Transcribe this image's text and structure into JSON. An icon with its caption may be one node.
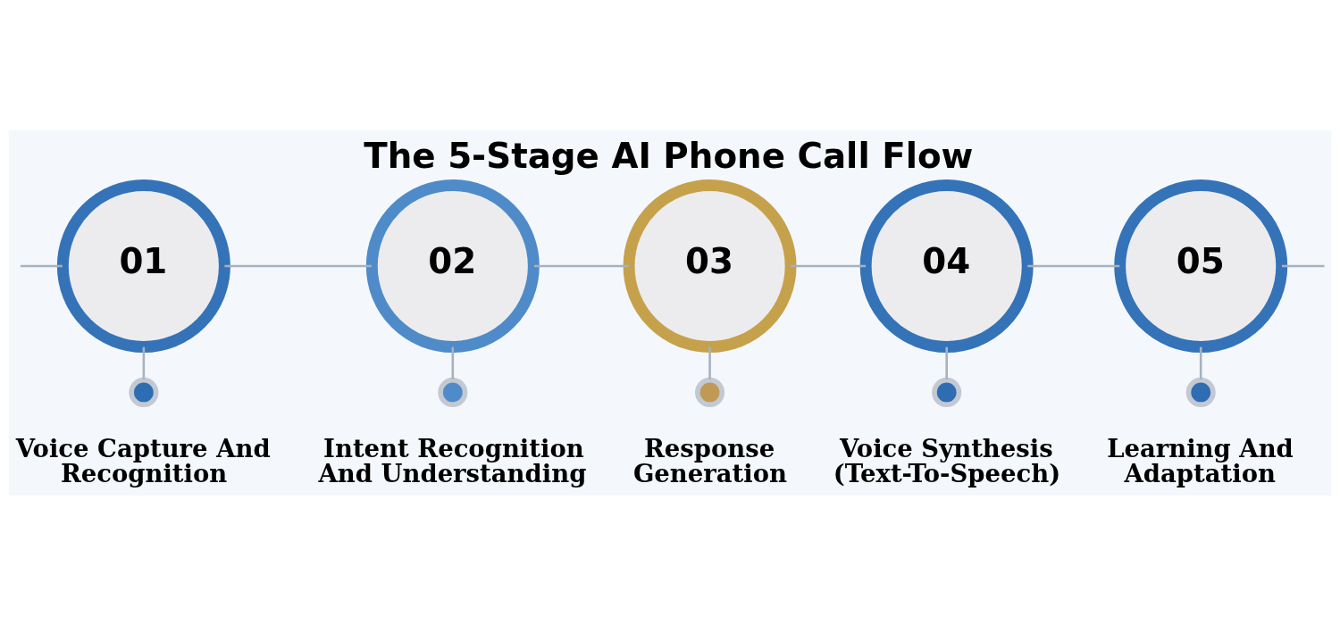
{
  "diagram": {
    "title": "The 5-Stage AI Phone Call Flow",
    "nodes": [
      {
        "text": [
          "01"
        ]
      },
      {
        "text": [
          "02"
        ]
      },
      {
        "text": [
          "03"
        ]
      },
      {
        "text": [
          "04"
        ]
      },
      {
        "text": [
          "05"
        ]
      },
      {
        "text": [],
        "shape": "circle",
        "beside": [
          "Voice Capture And Recognition"
        ]
      },
      {
        "text": [],
        "shape": "circle",
        "beside": [
          "Intent Recognition And Understanding"
        ]
      },
      {
        "text": [],
        "shape": "circle",
        "beside": [
          "Response Generation"
        ]
      },
      {
        "text": [],
        "shape": "circle",
        "beside": [
          "Voice Synthesis (Text-To-Speech)"
        ]
      },
      {
        "text": [],
        "shape": "circle",
        "beside": [
          "Learning And Adaptation"
        ]
      }
    ],
    "edges": [
      {
        "from": null,
        "to": 0,
        "arrow": "none"
      },
      {
        "from": 0,
        "to": 1,
        "arrow": "none"
      },
      {
        "from": 1,
        "to": 2,
        "arrow": "none"
      },
      {
        "from": 2,
        "to": 3,
        "arrow": "none"
      },
      {
        "from": 3,
        "to": 4,
        "arrow": "none"
      },
      {
        "from": 4,
        "to": null,
        "arrow": "none"
      },
      {
        "from": 0,
        "to": 5,
        "arrow": "none"
      },
      {
        "from": 1,
        "to": 6,
        "arrow": "none"
      },
      {
        "from": 2,
        "to": 7,
        "arrow": "none"
      },
      {
        "from": 3,
        "to": 8,
        "arrow": "none"
      },
      {
        "from": 4,
        "to": 9,
        "arrow": "none"
      }
    ]
  }
}
